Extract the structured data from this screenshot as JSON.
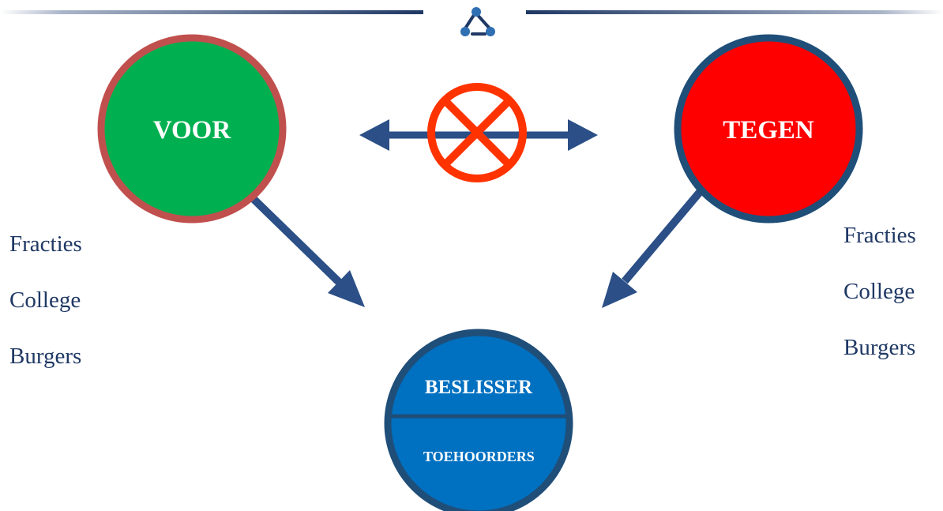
{
  "nodes": {
    "voor": {
      "label": "VOOR",
      "fill": "#00b050",
      "stroke": "#c0504d"
    },
    "tegen": {
      "label": "TEGEN",
      "fill": "#ff0000",
      "stroke": "#1f4e79"
    },
    "beslisser": {
      "label": "BESLISSER",
      "sublabel": "TOEHOORDERS",
      "fill": "#0070c0",
      "stroke": "#1f4e79"
    }
  },
  "blocked_symbol": {
    "color": "#ff3300"
  },
  "arrow_color": "#2b4f86",
  "header_line_color": "#1f3864",
  "header_icon": "recycle-triangle-icon",
  "left_list": [
    "Fracties",
    "College",
    "Burgers"
  ],
  "right_list": [
    "Fracties",
    "College",
    "Burgers"
  ]
}
